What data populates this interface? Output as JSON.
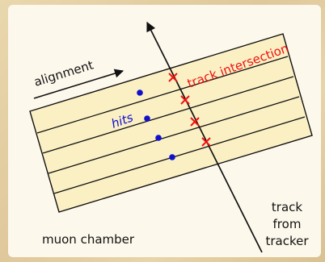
{
  "labels": {
    "alignment": "alignment",
    "track_intersection": "track intersection",
    "hits": "hits",
    "muon_chamber": "muon chamber",
    "track_from_tracker": [
      "track",
      "from",
      "tracker"
    ]
  },
  "colors": {
    "chamber_fill": "#fbf0c4",
    "intersection": "#ee1111",
    "hits": "#1111cc",
    "line": "#111111"
  },
  "counts": {
    "layers": 4,
    "hits": 4,
    "intersections": 4
  }
}
